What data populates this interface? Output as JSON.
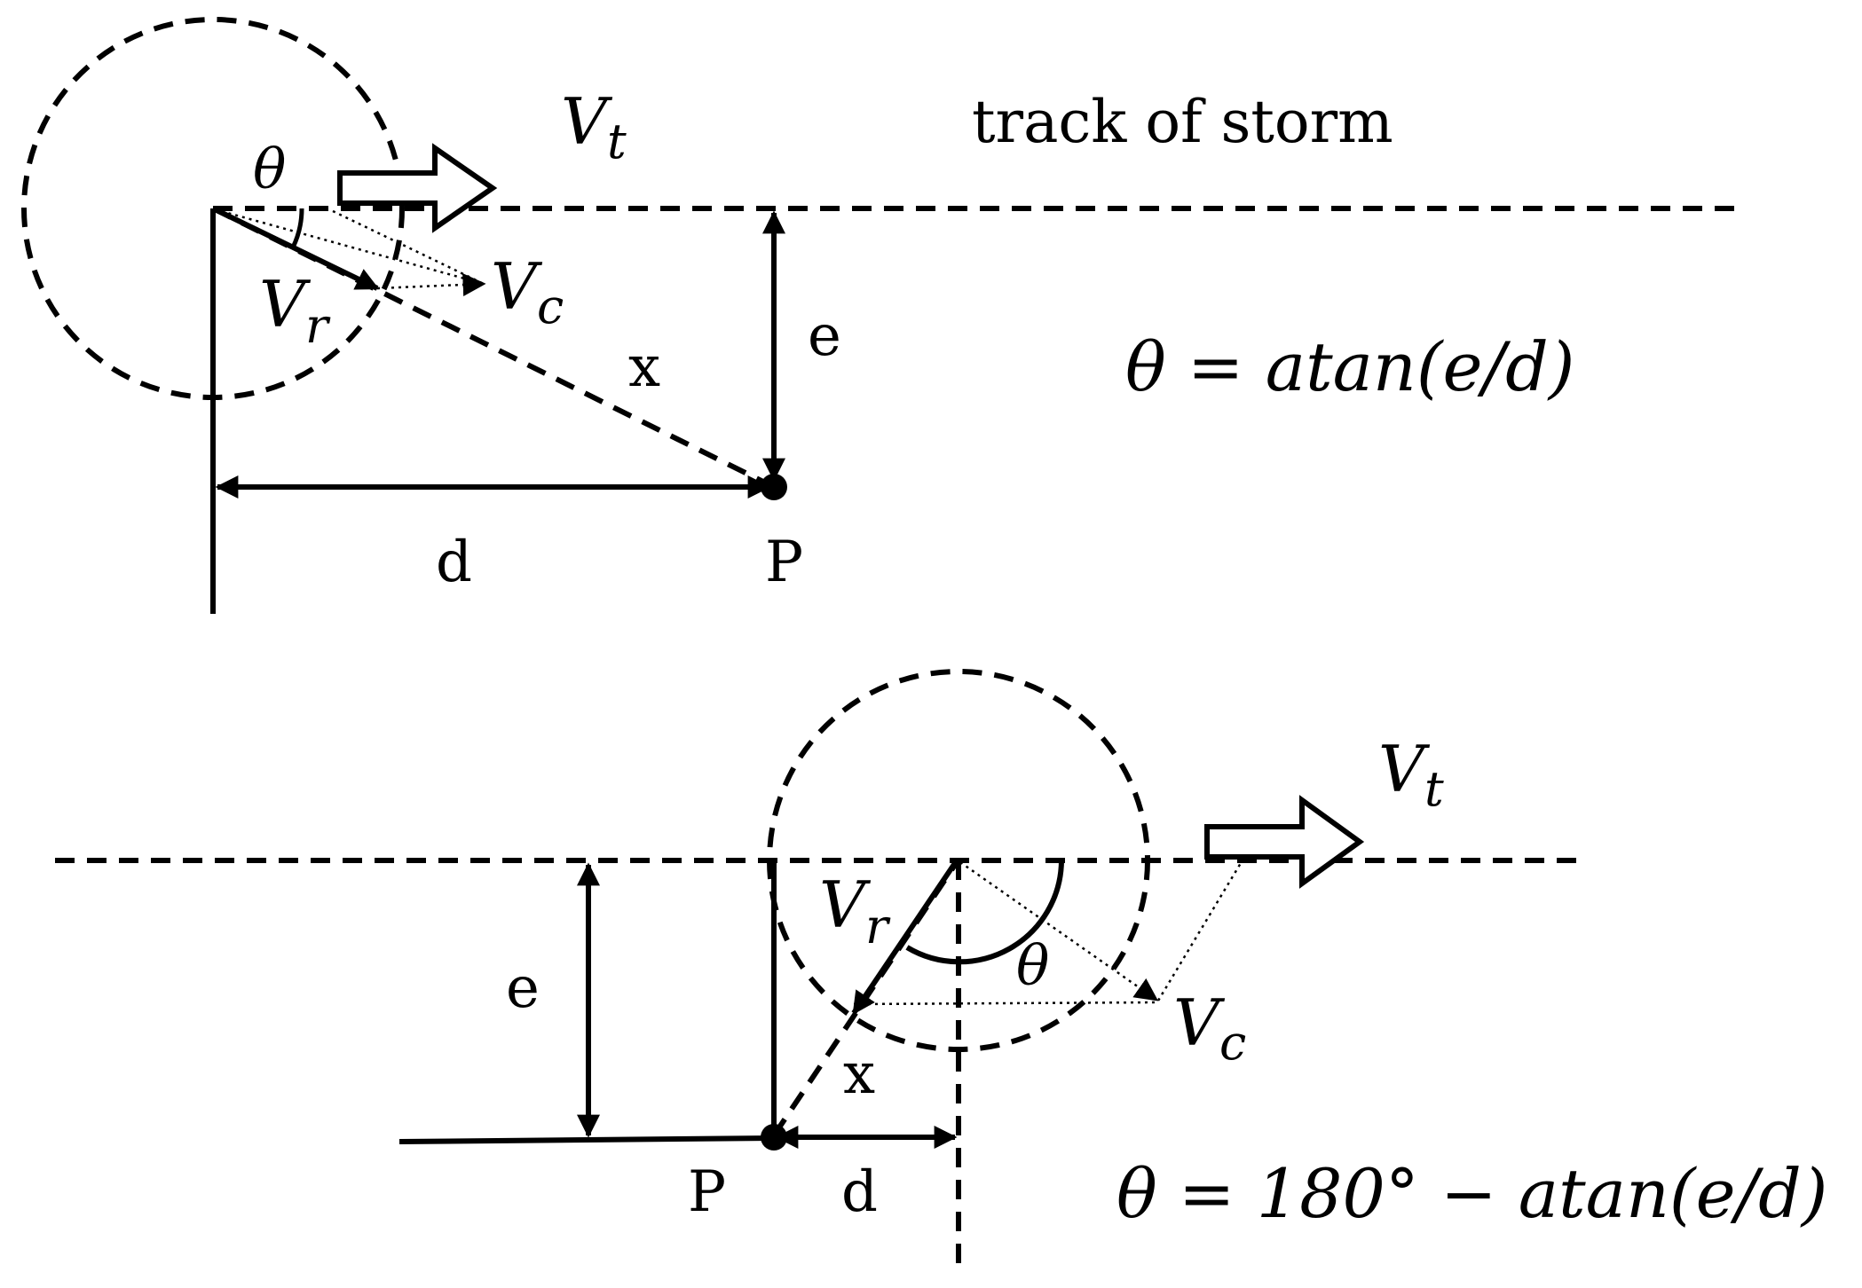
{
  "labels": {
    "track": "track of storm",
    "v": "V",
    "t": "t",
    "c": "c",
    "r": "r",
    "theta": "θ",
    "e": "e",
    "d": "d",
    "x": "x",
    "p": "P"
  },
  "formulas": {
    "top": "θ = atan(e/d)",
    "bottom": "θ = 180° − atan(e/d)"
  }
}
